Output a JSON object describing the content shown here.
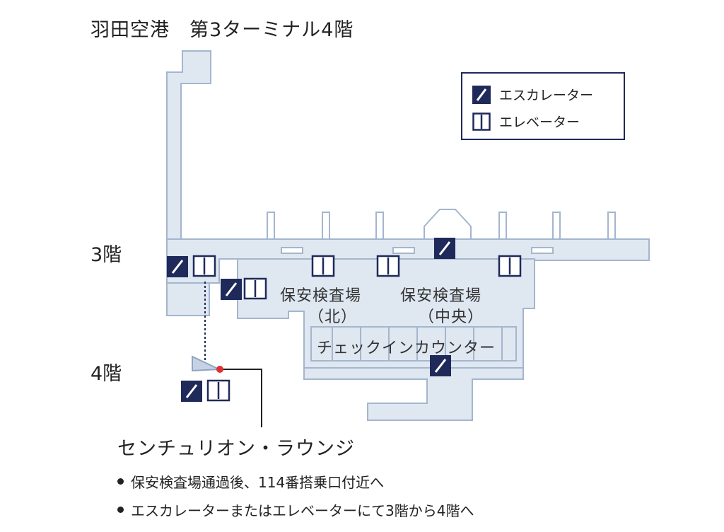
{
  "title": "羽田空港　第3ターミナル4階",
  "floors": {
    "floor3": "3階",
    "floor4": "4階"
  },
  "areas": {
    "security_north": [
      "保安検査場",
      "（北）"
    ],
    "security_central": [
      "保安検査場",
      "（中央）"
    ],
    "checkin": "チェックインカウンター"
  },
  "legend": {
    "escalator": "エスカレーター",
    "elevator": "エレベーター",
    "escalator_icon": "escalator-icon",
    "elevator_icon": "elevator-icon"
  },
  "lounge": {
    "name": "センチュリオン・ラウンジ",
    "notes": [
      "保安検査場通過後、114番搭乗口付近へ",
      "エスカレーターまたはエレベーターにて3階から4階へ"
    ]
  },
  "colors": {
    "navy": "#1f2a5a",
    "corridor": "#dfe7f1",
    "wall": "#9aaec8",
    "marker": "#e03030"
  }
}
